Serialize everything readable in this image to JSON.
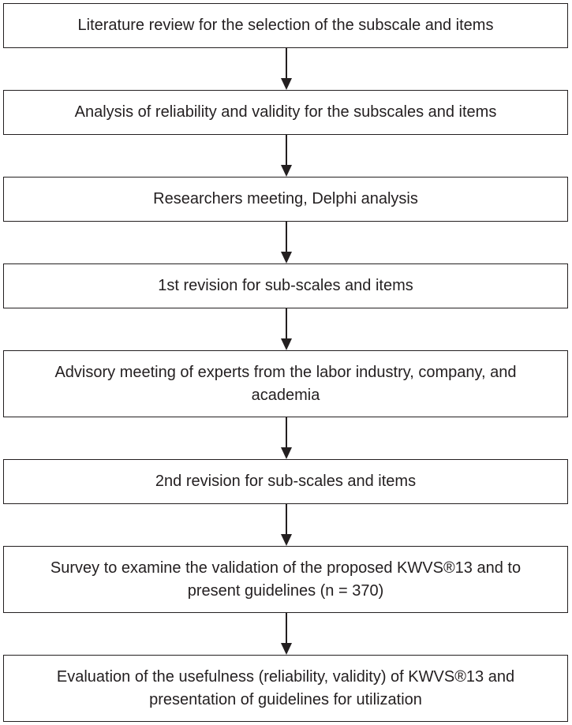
{
  "flowchart": {
    "steps": [
      {
        "text": "Literature review for the selection of the subscale and items"
      },
      {
        "text": "Analysis of reliability and validity for the subscales and items"
      },
      {
        "text": "Researchers meeting, Delphi analysis"
      },
      {
        "text": "1st revision for sub-scales and items"
      },
      {
        "line1": "Advisory meeting of experts from the labor industry, company, and",
        "line2": "academia"
      },
      {
        "text": "2nd revision for sub-scales and items"
      },
      {
        "line1": "Survey to examine the validation of the proposed KWVS®13 and to",
        "line2": "present guidelines (n = 370)"
      },
      {
        "line1": "Evaluation of the usefulness (reliability, validity) of KWVS®13 and",
        "line2": "presentation of guidelines for utilization"
      }
    ]
  },
  "colors": {
    "stroke": "#231f20",
    "text": "#231f20",
    "background": "#ffffff"
  },
  "icons": {
    "connector": "down-arrow-icon"
  }
}
